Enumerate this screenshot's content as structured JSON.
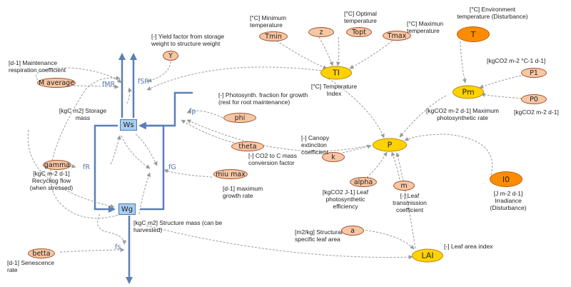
{
  "stocks": {
    "Ws": "Ws",
    "Wg": "Wg"
  },
  "flows": {
    "fMR": "fMR",
    "fSR": "fSR",
    "fp": "fp",
    "fR": "fR",
    "fG": "fG",
    "fs": "fs"
  },
  "nodes": {
    "Y": "Y",
    "M_average": "M average",
    "phi": "phi",
    "theta": "theta",
    "miu_max": "miu max",
    "gamma": "gamma",
    "betta": "betta",
    "Tmin": "Tmin",
    "z": "z",
    "Topt": "Topt",
    "Tmax": "Tmax",
    "T": "T",
    "TI": "TI",
    "Pm": "Pm",
    "P1": "P1",
    "P0": "P0",
    "P": "P",
    "k": "k",
    "alpha": "alpha",
    "m": "m",
    "I0": "I0",
    "a": "a",
    "LAI": "LAI"
  },
  "labels": {
    "tmin_desc": "[°C] Minimum temperature",
    "topt_desc": "[°C] Optimal temperature",
    "tmax_desc": "[°C] Maximun temperature",
    "t_desc": "[°C] Environment temperature (Disturbance)",
    "y_desc": "[-] Yield factor from storage weight to structure weight",
    "maint_desc": "[d-1] Maintenance respiration coefficient",
    "p1_desc": "[kgCO2 m-2 °C-1 d-1]",
    "ti_desc": "[°C] Temperature Index",
    "p0_desc": "[kgCO2 m-2 d-1]",
    "pm_desc": "[kgCO2 m-2 d-1] Maximum photosynthetic rate",
    "ws_desc": "[kgC m2] Storage mass",
    "phi_desc": "[-] Photosynth. fraction for growth (rest for root maintenance)",
    "k_desc": "[-] Canopy extinction coefficient",
    "theta_desc": "[-] CO2 to C mass conversion factor",
    "gamma_desc": "[kgC m-2 d-1] Recycling flow (when stressed)",
    "miu_desc": "[d-1] maximum growth rate",
    "alpha_desc": "[kgCO2 J-1] Leaf photosynthetic efficiency",
    "m_desc": "[-] Leaf transmission coefficient",
    "i0_desc": "[J m-2 d-1] Irradiance (Disturbance)",
    "wg_desc": "[kgC m2] Structure mass (can be harvested)",
    "a_desc": "[m2/kg] Structural specific leaf area",
    "lai_desc": "[-] Leaf area index",
    "betta_desc": "[d-1] Senescence rate"
  },
  "colors": {
    "stock_fill": "#a9cdf0",
    "stock_border": "#4a7ab5",
    "flow_pipe": "#5b7fb5",
    "parameter_fill": "#f7c6a4",
    "auxiliary_fill": "#ffd200",
    "external_fill": "#ff8c00",
    "link": "#9a9a9a"
  }
}
